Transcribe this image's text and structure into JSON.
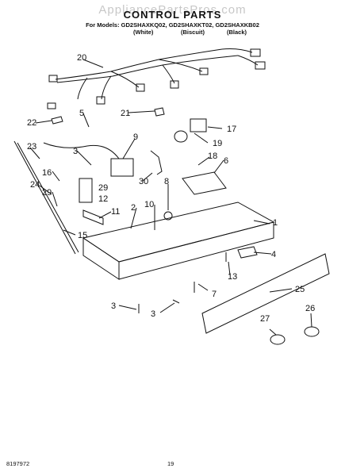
{
  "watermark": "AppliancePartsPros.com",
  "header": {
    "title": "CONTROL PARTS",
    "models": "For Models: GD2SHAXKQ02, GD2SHAXKT02, GD2SHAXKB02",
    "colors": [
      "(White)",
      "(Biscuit)",
      "(Black)"
    ]
  },
  "callouts": [
    "20",
    "21",
    "22",
    "5",
    "17",
    "9",
    "23",
    "3",
    "19",
    "18",
    "6",
    "16",
    "30",
    "8",
    "24",
    "29",
    "29",
    "12",
    "10",
    "2",
    "1",
    "11",
    "15",
    "4",
    "13",
    "7",
    "25",
    "3",
    "3",
    "26",
    "27"
  ],
  "footer": {
    "doc_number": "8197972",
    "page_number": "19"
  }
}
